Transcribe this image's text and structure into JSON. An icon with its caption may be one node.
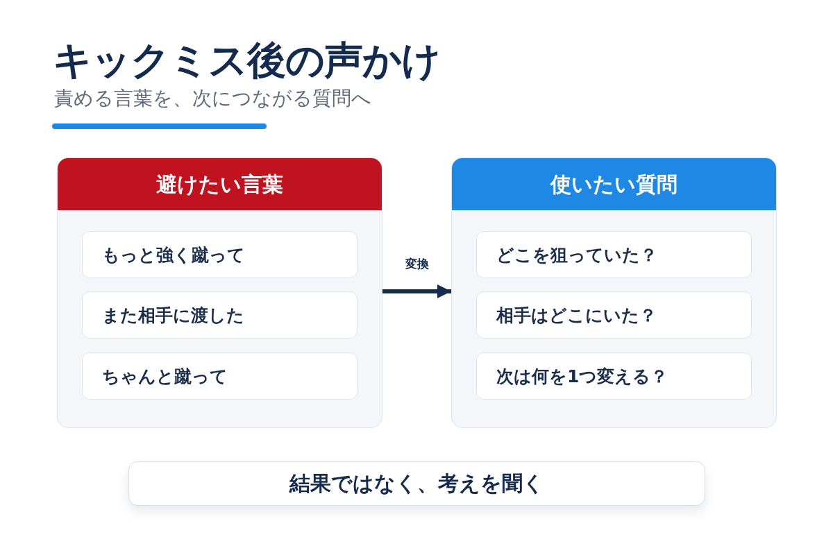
{
  "diagram": {
    "title": "キックミス後の声かけ",
    "nodes": [
      {
        "text": [
          "避けたい言葉"
        ]
      },
      {
        "text": [
          "もっと強く蹴って"
        ],
        "in": 0
      },
      {
        "text": [
          "また相手に渡した"
        ],
        "in": 0
      },
      {
        "text": [
          "ちゃんと蹴って"
        ],
        "in": 0
      },
      {
        "text": [
          "使いたい質問"
        ]
      },
      {
        "text": [
          "どこを狙っていた？"
        ],
        "in": 4
      },
      {
        "text": [
          "相手はどこにいた？"
        ],
        "in": 4
      },
      {
        "text": [
          "次は何を1つ変える？"
        ],
        "in": 4
      },
      {
        "text": [
          "結果ではなく、考えを聞く"
        ]
      }
    ],
    "edges": [
      {
        "from": 0,
        "to": 4,
        "arrow": "to",
        "label": "変換"
      }
    ],
    "labels": [
      "責める言葉を、次につながる質問へ"
    ]
  }
}
